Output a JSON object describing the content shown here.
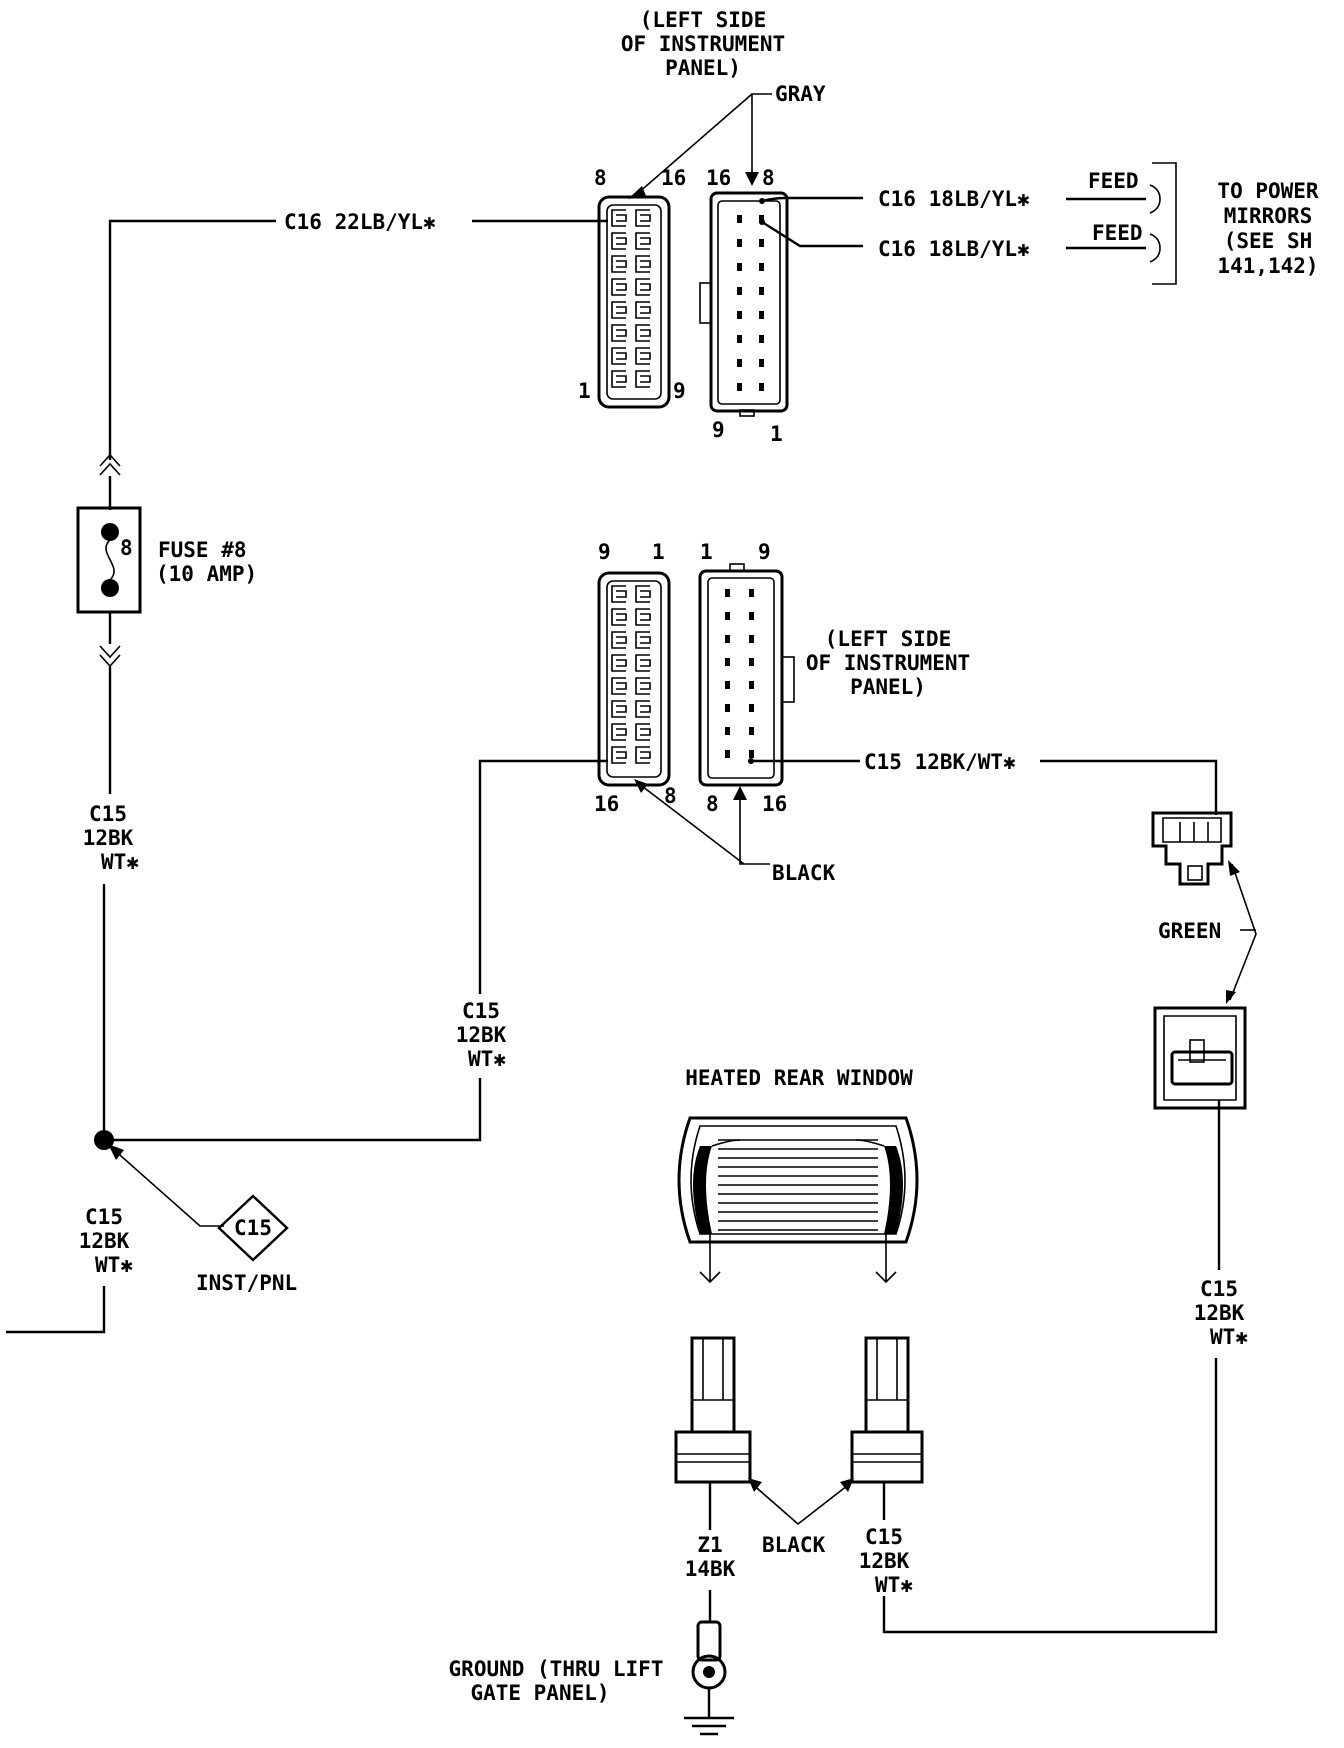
{
  "labels": {
    "left_side_top": [
      "(LEFT SIDE",
      "OF INSTRUMENT",
      "PANEL)"
    ],
    "gray": "GRAY",
    "c16_22": "C16 22LB/YL✱",
    "c16_18_a": "C16 18LB/YL✱",
    "c16_18_b": "C16 18LB/YL✱",
    "feed_a": "FEED",
    "feed_b": "FEED",
    "to_power_mirrors": [
      "TO POWER",
      "MIRRORS",
      "(SEE SH",
      "141,142)"
    ],
    "fuse": [
      "FUSE #8",
      "(10 AMP)"
    ],
    "fuse_num": "8",
    "left_side_mid": [
      "(LEFT SIDE",
      "OF INSTRUMENT",
      "PANEL)"
    ],
    "c15_right": "C15 12BK/WT✱",
    "black_mid": "BLACK",
    "green": "GREEN",
    "c15_left_upper": [
      "C15",
      "12BK",
      "WT✱"
    ],
    "c15_mid": [
      "C15",
      "12BK",
      "WT✱"
    ],
    "c15_left_lower": [
      "C15",
      "12BK",
      "WT✱"
    ],
    "splice_id": "C15",
    "inst_pnl": "INST/PNL",
    "heated_rear_window": "HEATED REAR WINDOW",
    "c15_far_right": [
      "C15",
      "12BK",
      "WT✱"
    ],
    "z1": [
      "Z1",
      "14BK"
    ],
    "black_bottom": "BLACK",
    "c15_bottom": [
      "C15",
      "12BK",
      "WT✱"
    ],
    "ground": [
      "GROUND (THRU LIFT",
      "GATE PANEL)"
    ],
    "pins": {
      "top_a_8": "8",
      "top_a_16": "16",
      "top_a_1": "1",
      "top_a_9": "9",
      "top_b_16": "16",
      "top_b_8": "8",
      "top_b_9": "9",
      "top_b_1": "1",
      "mid_a_9": "9",
      "mid_a_1": "1",
      "mid_a_16": "16",
      "mid_a_8": "8",
      "mid_b_1": "1",
      "mid_b_9": "9",
      "mid_b_8": "8",
      "mid_b_16": "16"
    }
  },
  "icons": {
    "fuse": "fuse-icon",
    "splice": "splice-diamond-icon",
    "ground": "ground-symbol-icon",
    "grid": "heated-grid-icon"
  }
}
